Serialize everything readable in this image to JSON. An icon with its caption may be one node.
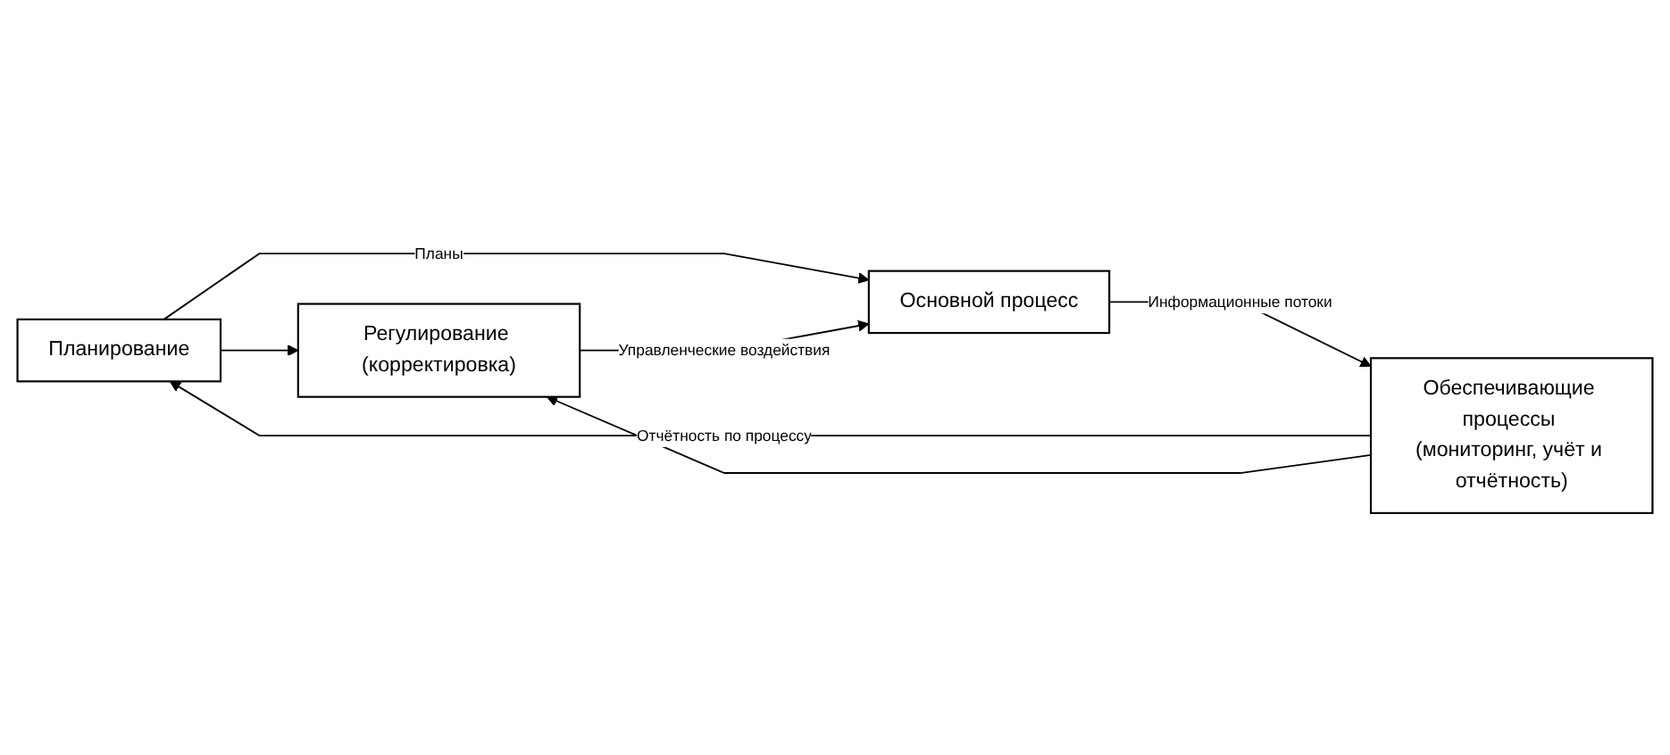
{
  "diagram": {
    "nodes": [
      {
        "text": [
          "Планирование"
        ]
      },
      {
        "text": [
          "Регулирование (корректировка)"
        ]
      },
      {
        "text": [
          "Основной процесс"
        ]
      },
      {
        "text": [
          "Обеспечивающие процессы (мониторинг, учёт и отчётность)"
        ]
      }
    ],
    "edges": [
      {
        "from": 0,
        "to": 1,
        "arrow": "to"
      },
      {
        "from": 0,
        "to": 2,
        "arrow": "to",
        "label": "Планы"
      },
      {
        "from": 1,
        "to": 2,
        "arrow": "to",
        "label": "Управленческие воздействия"
      },
      {
        "from": 2,
        "to": 3,
        "arrow": "to",
        "label": "Информационные потоки"
      },
      {
        "from": 3,
        "to": 0,
        "arrow": "to",
        "label": "Отчётность по процессу"
      },
      {
        "from": 3,
        "to": 1,
        "arrow": "to"
      }
    ]
  }
}
